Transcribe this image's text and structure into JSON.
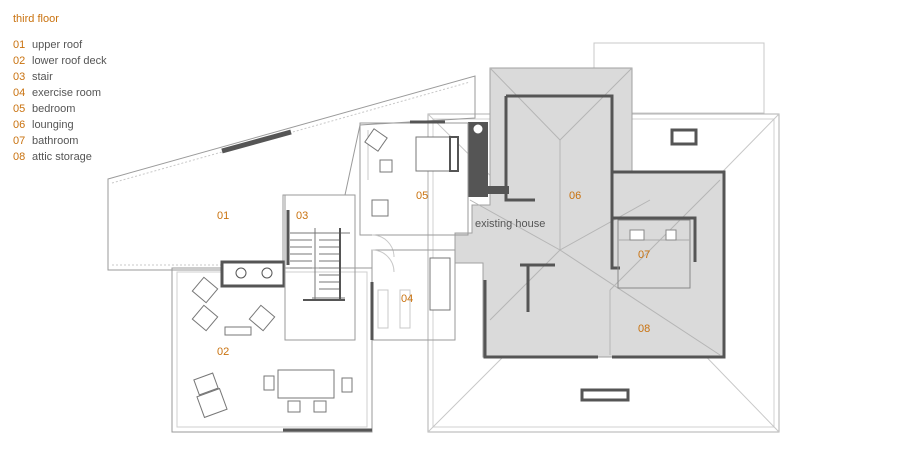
{
  "legend": {
    "title": "third floor",
    "items": [
      {
        "num": "01",
        "label": "upper roof"
      },
      {
        "num": "02",
        "label": "lower roof deck"
      },
      {
        "num": "03",
        "label": "stair"
      },
      {
        "num": "04",
        "label": "exercise room"
      },
      {
        "num": "05",
        "label": "bedroom"
      },
      {
        "num": "06",
        "label": "lounging"
      },
      {
        "num": "07",
        "label": "bathroom"
      },
      {
        "num": "08",
        "label": "attic storage"
      }
    ]
  },
  "plan_labels": {
    "existing_house": "existing house",
    "r01": "01",
    "r02": "02",
    "r03": "03",
    "r04": "04",
    "r05": "05",
    "r06": "06",
    "r07": "07",
    "r08": "08"
  },
  "colors": {
    "accent": "#c9720f",
    "wall": "#5a5a5a",
    "fill_gray": "#d9d9d9",
    "line": "#9a9a9a"
  }
}
